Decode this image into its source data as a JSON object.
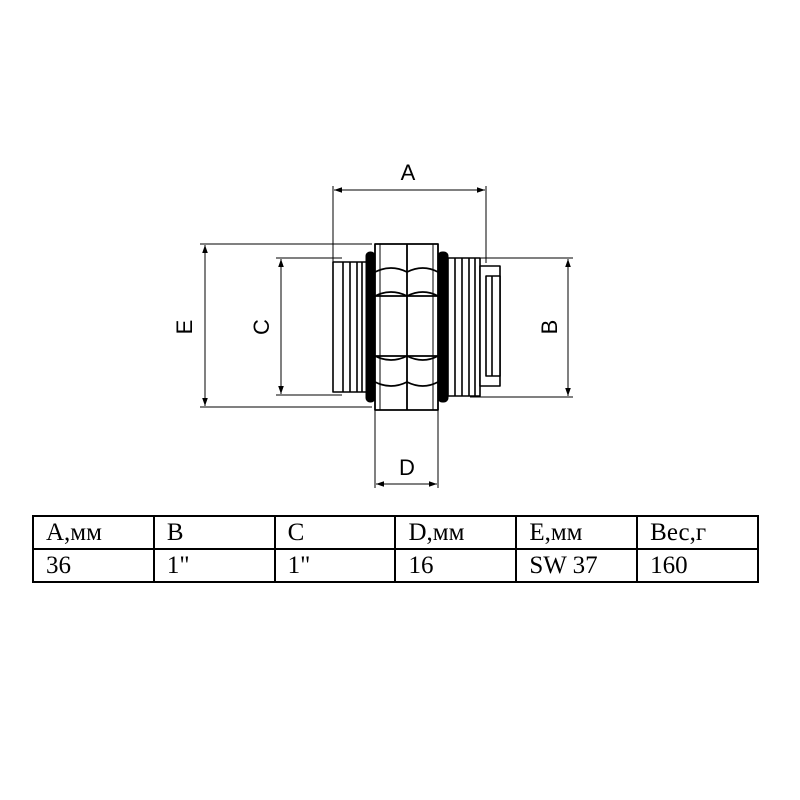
{
  "drawing": {
    "dimension_labels": {
      "a": "A",
      "b": "B",
      "c": "C",
      "d": "D",
      "e": "E"
    }
  },
  "table": {
    "headers": [
      "A,мм",
      "B",
      "C",
      "D,мм",
      "E,мм",
      "Вес,г"
    ],
    "values": [
      "36",
      "1\"",
      "1\"",
      "16",
      "SW 37",
      "160"
    ]
  }
}
